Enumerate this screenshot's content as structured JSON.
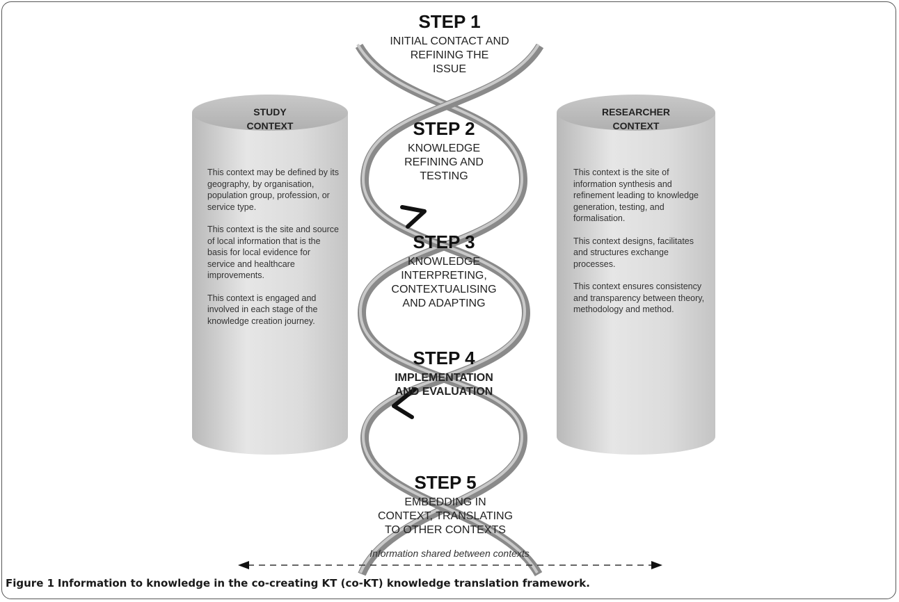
{
  "steps": [
    {
      "title": "STEP 1",
      "lines": [
        "INITIAL CONTACT AND",
        "REFINING THE",
        "ISSUE"
      ]
    },
    {
      "title": "STEP 2",
      "lines": [
        "KNOWLEDGE",
        "REFINING AND",
        "TESTING"
      ]
    },
    {
      "title": "STEP 3",
      "lines": [
        "KNOWLEDGE",
        "INTERPRETING,",
        "CONTEXTUALISING",
        "AND ADAPTING"
      ]
    },
    {
      "title": "STEP 4",
      "lines": [
        "IMPLEMENTATION",
        "AND EVALUATION"
      ]
    },
    {
      "title": "STEP 5",
      "lines": [
        "EMBEDDING IN",
        "CONTEXT, TRANSLATING",
        "TO OTHER CONTEXTS"
      ]
    }
  ],
  "left_context": {
    "title_lines": [
      "STUDY",
      "CONTEXT"
    ],
    "paragraphs": [
      "This context may be defined by its geography, by organisation, population group,  profession, or service type.",
      "This context is the site and source of local information that is the basis for local evidence for service and healthcare improvements.",
      "This context is engaged and involved in each stage of the knowledge creation journey."
    ]
  },
  "right_context": {
    "title_lines": [
      "RESEARCHER",
      "CONTEXT"
    ],
    "paragraphs": [
      "This context is the site of information synthesis and refinement leading to knowledge generation, testing, and formalisation.",
      "This context designs, facilitates and structures exchange processes.",
      "This context ensures consistency and transparency between theory, methodology and method."
    ]
  },
  "shared_label": "Information shared between contexts",
  "caption": {
    "label": "Figure 1",
    "text": "Information to knowledge in the co-creating KT (co-KT) knowledge translation framework."
  }
}
